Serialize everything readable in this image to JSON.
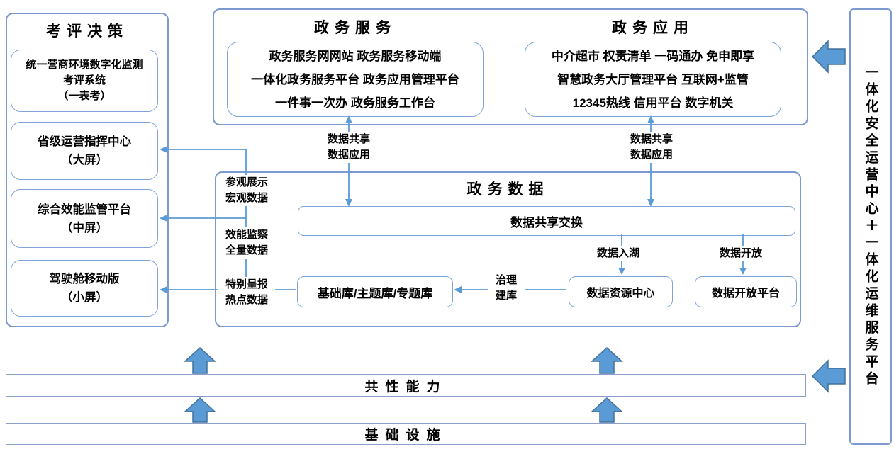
{
  "colors": {
    "panel_border": "#7C9AD0",
    "box_border": "#7FA3D8",
    "connector_line": "#5B9BD5",
    "block_arrow_fill": "#5B9BD5",
    "block_arrow_stroke": "#41719C",
    "text": "#000000",
    "background": "#ffffff"
  },
  "left_panel": {
    "title": "考评决策",
    "boxes": [
      {
        "text": "统一营商环境数字化监测\n考评系统\n（一表考）"
      },
      {
        "text": "省级运营指挥中心\n（大屏）"
      },
      {
        "text": "综合效能监管平台\n（中屏）"
      },
      {
        "text": "驾驶舱移动版\n（小屏）"
      }
    ]
  },
  "top_panel": {
    "service": {
      "title": "政务服务",
      "body": "政务服务网网站 政务服务移动端\n一体化政务服务平台 政务应用管理平台\n一件事一次办 政务服务工作台"
    },
    "application": {
      "title": "政务应用",
      "body": "中介超市 权责清单 一码通办 免申即享\n智慧政务大厅管理平台 互联网+监管\n12345热线 信用平台 数字机关"
    }
  },
  "data_panel": {
    "title": "政务数据",
    "exchange_bar": "数据共享交换",
    "base_db": "基础库/主题库/专题库",
    "resource_center": "数据资源中心",
    "open_platform": "数据开放平台"
  },
  "flow_labels": {
    "share_apply": "数据共享\n数据应用",
    "visit_display": "参观展示\n宏观数据",
    "efficiency_monitor": "效能监察\n全量数据",
    "special_report": "特别呈报\n热点数据",
    "data_lake": "数据入湖",
    "data_open": "数据开放",
    "govern_build": "治理\n建库"
  },
  "bottom": {
    "common_capability": "共性能力",
    "infrastructure": "基础设施"
  },
  "right_panel": {
    "title": "一体化安全运营中心＋一体化运维服务平台"
  }
}
